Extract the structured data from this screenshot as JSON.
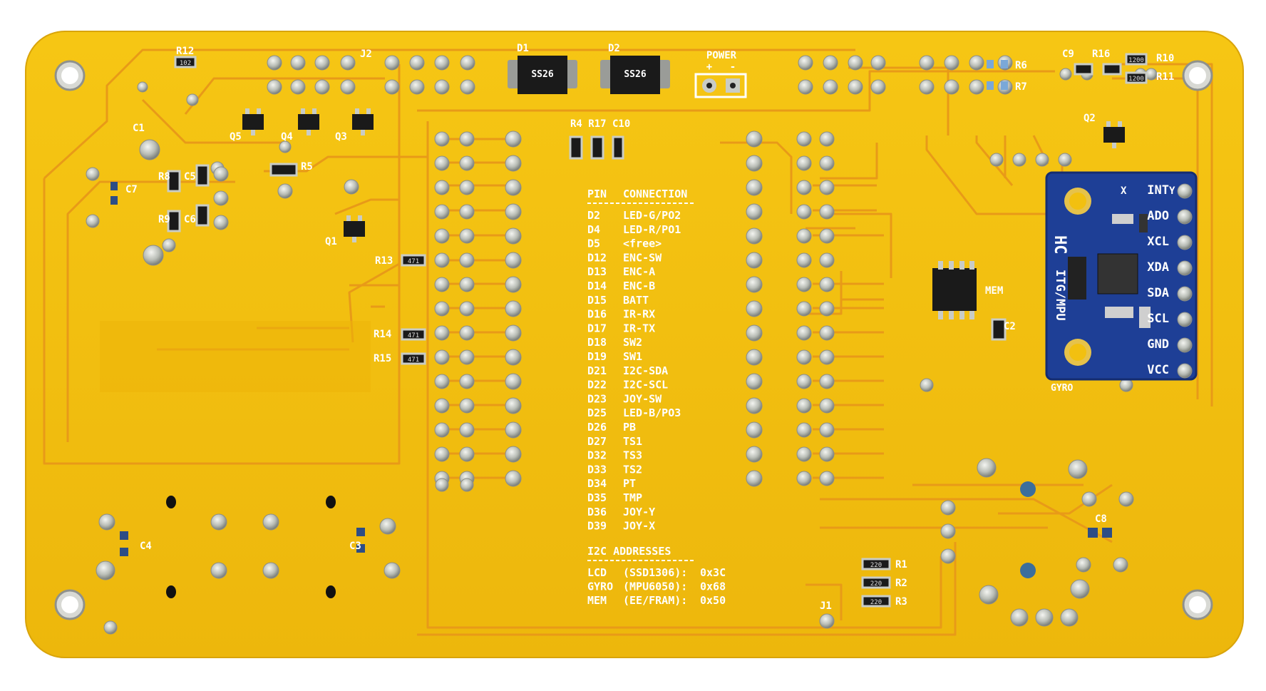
{
  "board": {
    "board_color": "#F2C010",
    "trace_color": "#E89A18",
    "pad_color": "#C9CCC6",
    "module_color": "#1E3F96",
    "labels": {
      "power": "POWER",
      "power_plus": "+",
      "power_minus": "-",
      "j2": "J2",
      "j1": "J1",
      "d1": "D1",
      "d2": "D2",
      "ss26_a": "SS26",
      "ss26_b": "SS26",
      "r12": "R12",
      "r5": "R5",
      "r13": "R13",
      "r14": "R14",
      "r15": "R15",
      "r4r17c10": "R4 R17 C10",
      "r6": "R6",
      "r7": "R7",
      "r10": "R10",
      "r11": "R11",
      "r16": "R16",
      "c9": "C9",
      "q2": "Q2",
      "c1": "C1",
      "c7": "C7",
      "c6": "C6",
      "r8": "R8",
      "r9": "R9",
      "c5": "C5",
      "q5": "Q5",
      "q4": "Q4",
      "q3": "Q3",
      "q1": "Q1",
      "c4": "C4",
      "c3": "C3",
      "c8": "C8",
      "mem": "MEM",
      "c2": "C2",
      "r1": "R1",
      "r2": "R2",
      "r3": "R3",
      "gyro": "GYRO"
    },
    "resistor_codes": {
      "r12": "102",
      "r13": "471",
      "r14": "471",
      "r15": "471",
      "r1": "220",
      "r2": "220",
      "r3": "220",
      "r10": "1200",
      "r11": "1200"
    }
  },
  "pin_table": {
    "header": [
      "PIN",
      "CONNECTION"
    ],
    "rows": [
      [
        "D2",
        "LED-G/PO2"
      ],
      [
        "D4",
        "LED-R/PO1"
      ],
      [
        "D5",
        "<free>"
      ],
      [
        "D12",
        "ENC-SW"
      ],
      [
        "D13",
        "ENC-A"
      ],
      [
        "D14",
        "ENC-B"
      ],
      [
        "D15",
        "BATT"
      ],
      [
        "D16",
        "IR-RX"
      ],
      [
        "D17",
        "IR-TX"
      ],
      [
        "D18",
        "SW2"
      ],
      [
        "D19",
        "SW1"
      ],
      [
        "D21",
        "I2C-SDA"
      ],
      [
        "D22",
        "I2C-SCL"
      ],
      [
        "D23",
        "JOY-SW"
      ],
      [
        "D25",
        "LED-B/PO3"
      ],
      [
        "D26",
        "PB"
      ],
      [
        "D27",
        "TS1"
      ],
      [
        "D32",
        "TS3"
      ],
      [
        "D33",
        "TS2"
      ],
      [
        "D34",
        "PT"
      ],
      [
        "D35",
        "TMP"
      ],
      [
        "D36",
        "JOY-Y"
      ],
      [
        "D39",
        "JOY-X"
      ]
    ]
  },
  "i2c_table": {
    "title": "I2C ADDRESSES",
    "rows": [
      [
        "LCD",
        "(SSD1306):",
        "0x3C"
      ],
      [
        "GYRO",
        "(MPU6050):",
        "0x68"
      ],
      [
        "MEM",
        "(EE/FRAM):",
        "0x50"
      ]
    ]
  },
  "gyro_module": {
    "brand": "HC",
    "model": "ITG/MPU",
    "axis_x": "X",
    "axis_y": "Y",
    "pins": [
      "INT",
      "ADO",
      "XCL",
      "XDA",
      "SDA",
      "SCL",
      "GND",
      "VCC"
    ]
  }
}
